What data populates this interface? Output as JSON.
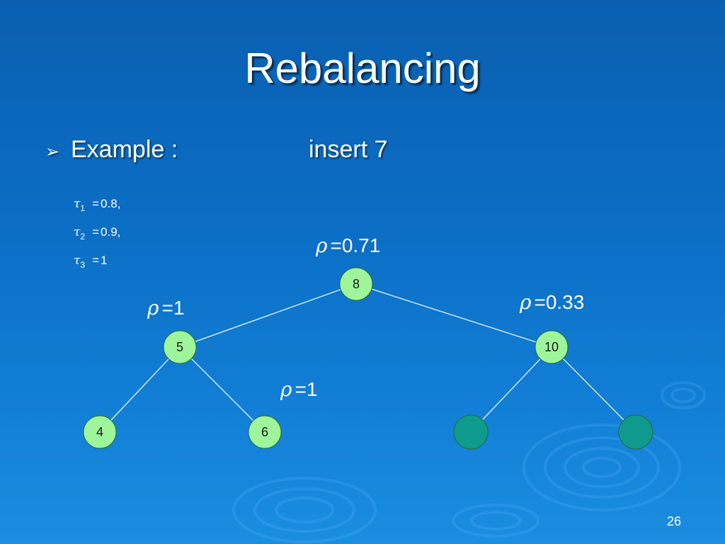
{
  "slide": {
    "title": "Rebalancing",
    "bullet": {
      "text": "Example :",
      "value": "insert 7"
    },
    "page_number": "26"
  },
  "params": [
    {
      "symbol": "τ",
      "sub": "1",
      "value": "0.8",
      "suffix": ","
    },
    {
      "symbol": "τ",
      "sub": "2",
      "value": "0.9",
      "suffix": ","
    },
    {
      "symbol": "τ",
      "sub": "3",
      "value": "1",
      "suffix": ""
    }
  ],
  "rho_labels": [
    {
      "symbol": "ρ",
      "value": "0.71"
    },
    {
      "symbol": "ρ",
      "value": "1"
    },
    {
      "symbol": "ρ",
      "value": "0.33"
    },
    {
      "symbol": "ρ",
      "value": "1"
    }
  ],
  "tree": {
    "nodes": [
      {
        "id": "n8",
        "label": "8",
        "state": "filled"
      },
      {
        "id": "n5",
        "label": "5",
        "state": "filled"
      },
      {
        "id": "n10",
        "label": "10",
        "state": "filled"
      },
      {
        "id": "n4",
        "label": "4",
        "state": "filled"
      },
      {
        "id": "n6",
        "label": "6",
        "state": "filled"
      },
      {
        "id": "nA",
        "label": "",
        "state": "empty"
      },
      {
        "id": "nB",
        "label": "",
        "state": "empty"
      }
    ],
    "edges": [
      [
        "n8",
        "n5"
      ],
      [
        "n8",
        "n10"
      ],
      [
        "n5",
        "n4"
      ],
      [
        "n5",
        "n6"
      ],
      [
        "n10",
        "nA"
      ],
      [
        "n10",
        "nB"
      ]
    ]
  },
  "colors": {
    "node_filled": "#9ef59a",
    "node_empty": "#0e9a8c",
    "edge": "#e8f4ff",
    "node_stroke": "#2a6a3a"
  }
}
